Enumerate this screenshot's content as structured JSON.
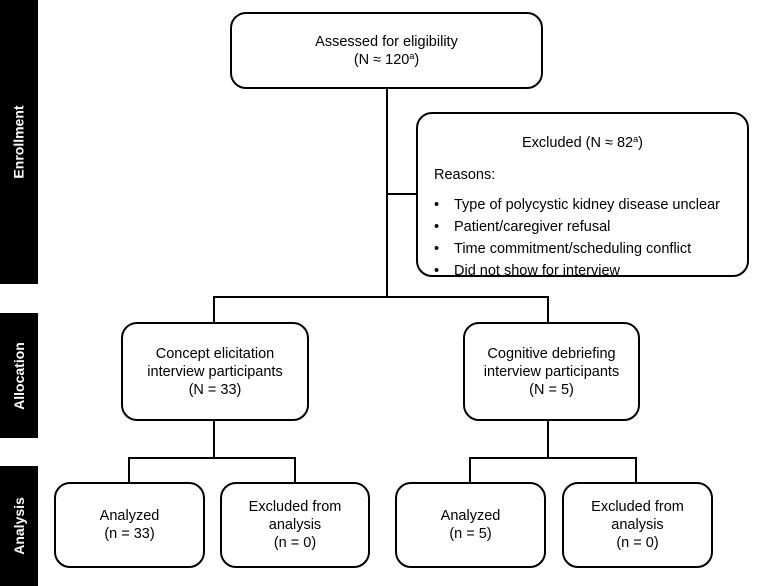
{
  "stages": {
    "enrollment": "Enrollment",
    "allocation": "Allocation",
    "analysis": "Analysis"
  },
  "assessed": {
    "title": "Assessed for eligibility",
    "count_prefix": "(N ≈ 120",
    "count_sup": "a",
    "count_suffix": ")"
  },
  "excluded": {
    "title_prefix": "Excluded (N ≈ 82",
    "title_sup": "a",
    "title_suffix": ")",
    "reasons_label": "Reasons:",
    "reasons": [
      "Type of polycystic kidney disease unclear",
      "Patient/caregiver refusal",
      "Time commitment/scheduling conflict",
      "Did not show for interview"
    ]
  },
  "concept": {
    "line1": "Concept elicitation",
    "line2": "interview participants",
    "line3": "(N = 33)"
  },
  "cognitive": {
    "line1": "Cognitive debriefing",
    "line2": "interview participants",
    "line3": "(N = 5)"
  },
  "concept_analyzed": {
    "line1": "Analyzed",
    "line2": "(n = 33)"
  },
  "concept_excluded": {
    "line1": "Excluded from",
    "line2": "analysis",
    "line3": "(n = 0)"
  },
  "cognitive_analyzed": {
    "line1": "Analyzed",
    "line2": "(n = 5)"
  },
  "cognitive_excluded": {
    "line1": "Excluded from",
    "line2": "analysis",
    "line3": "(n = 0)"
  }
}
